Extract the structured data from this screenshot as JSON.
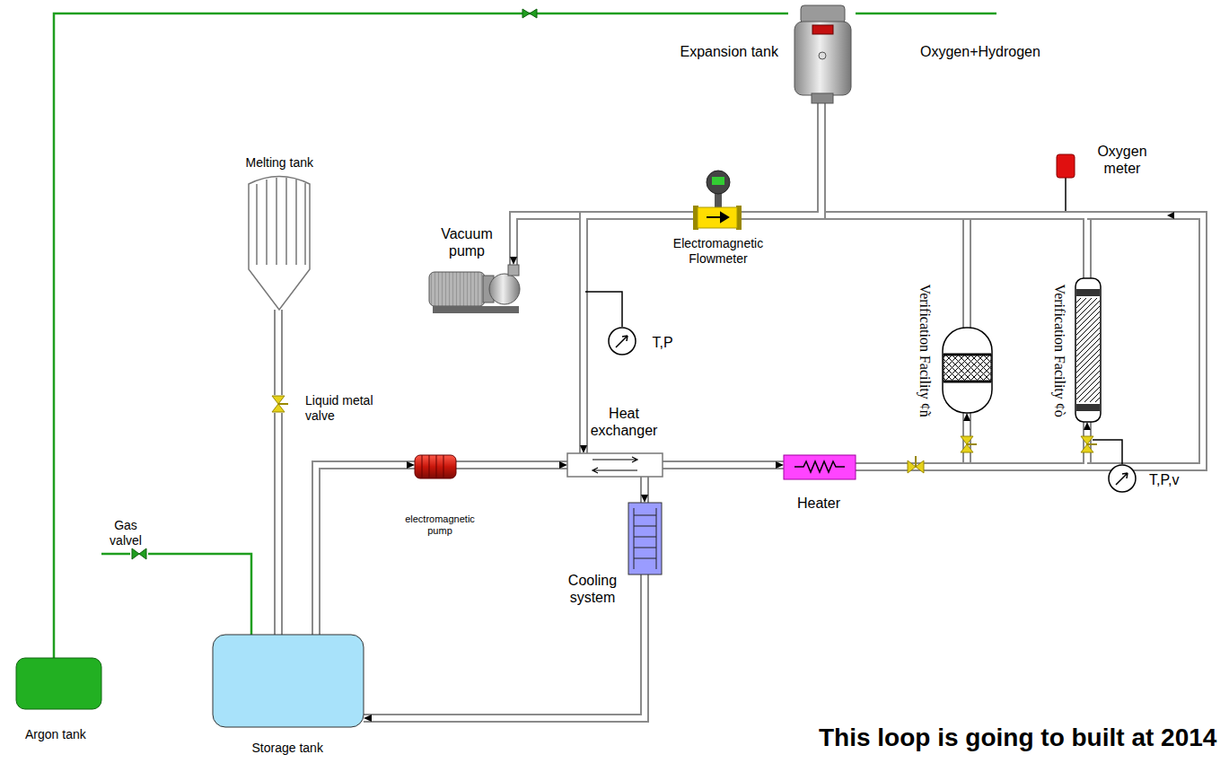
{
  "diagram": {
    "caption": "This loop is going to built at 2014",
    "nodes": [
      {
        "text": [
          "Expansion tank"
        ]
      },
      {
        "text": [
          "Melting tank"
        ]
      },
      {
        "text": [
          "Oxygen meter"
        ]
      },
      {
        "text": [
          "Vacuum pump"
        ]
      },
      {
        "text": [
          "Electromagnetic Flowmeter"
        ]
      },
      {
        "text": [
          "T,P"
        ]
      },
      {
        "text": [
          "Verification Facility ¢ñ"
        ]
      },
      {
        "text": [
          "Verification Facility ¢ò"
        ]
      },
      {
        "text": [
          "Liquid metal valve"
        ]
      },
      {
        "text": [
          "Heat exchanger"
        ]
      },
      {
        "text": [
          "T,P,v"
        ]
      },
      {
        "text": [
          "Gas valvel"
        ]
      },
      {
        "text": [
          "electromagnetic pump"
        ]
      },
      {
        "text": [
          "Heater"
        ]
      },
      {
        "text": [
          "Cooling system"
        ]
      },
      {
        "text": [
          "Argon tank"
        ]
      },
      {
        "text": [
          "Storage tank"
        ]
      }
    ],
    "edges": [
      {
        "from": 16,
        "to": 12,
        "arrow": "to"
      },
      {
        "from": 12,
        "to": 9,
        "arrow": "to"
      },
      {
        "from": 9,
        "to": 13,
        "arrow": "to"
      },
      {
        "from": 13,
        "to": 6,
        "arrow": "to"
      },
      {
        "from": 13,
        "to": 7,
        "arrow": "to"
      },
      {
        "from": 6,
        "to": 4,
        "arrow": "to"
      },
      {
        "from": 7,
        "to": 4,
        "arrow": "to"
      },
      {
        "from": 0,
        "to": 4,
        "arrow": "none"
      },
      {
        "from": 4,
        "to": 3,
        "arrow": "to"
      },
      {
        "from": 4,
        "to": 9,
        "arrow": "to"
      },
      {
        "from": 9,
        "to": 14,
        "arrow": "to"
      },
      {
        "from": 14,
        "to": 16,
        "arrow": "to"
      },
      {
        "from": 1,
        "to": 8,
        "arrow": "none"
      },
      {
        "from": 8,
        "to": 16,
        "arrow": "none"
      },
      {
        "from": 15,
        "to": 0,
        "arrow": "none"
      },
      {
        "from": 15,
        "to": 11,
        "arrow": "none"
      },
      {
        "from": 11,
        "to": 16,
        "arrow": "none"
      }
    ],
    "labels": [
      "Oxygen+Hydrogen"
    ]
  }
}
